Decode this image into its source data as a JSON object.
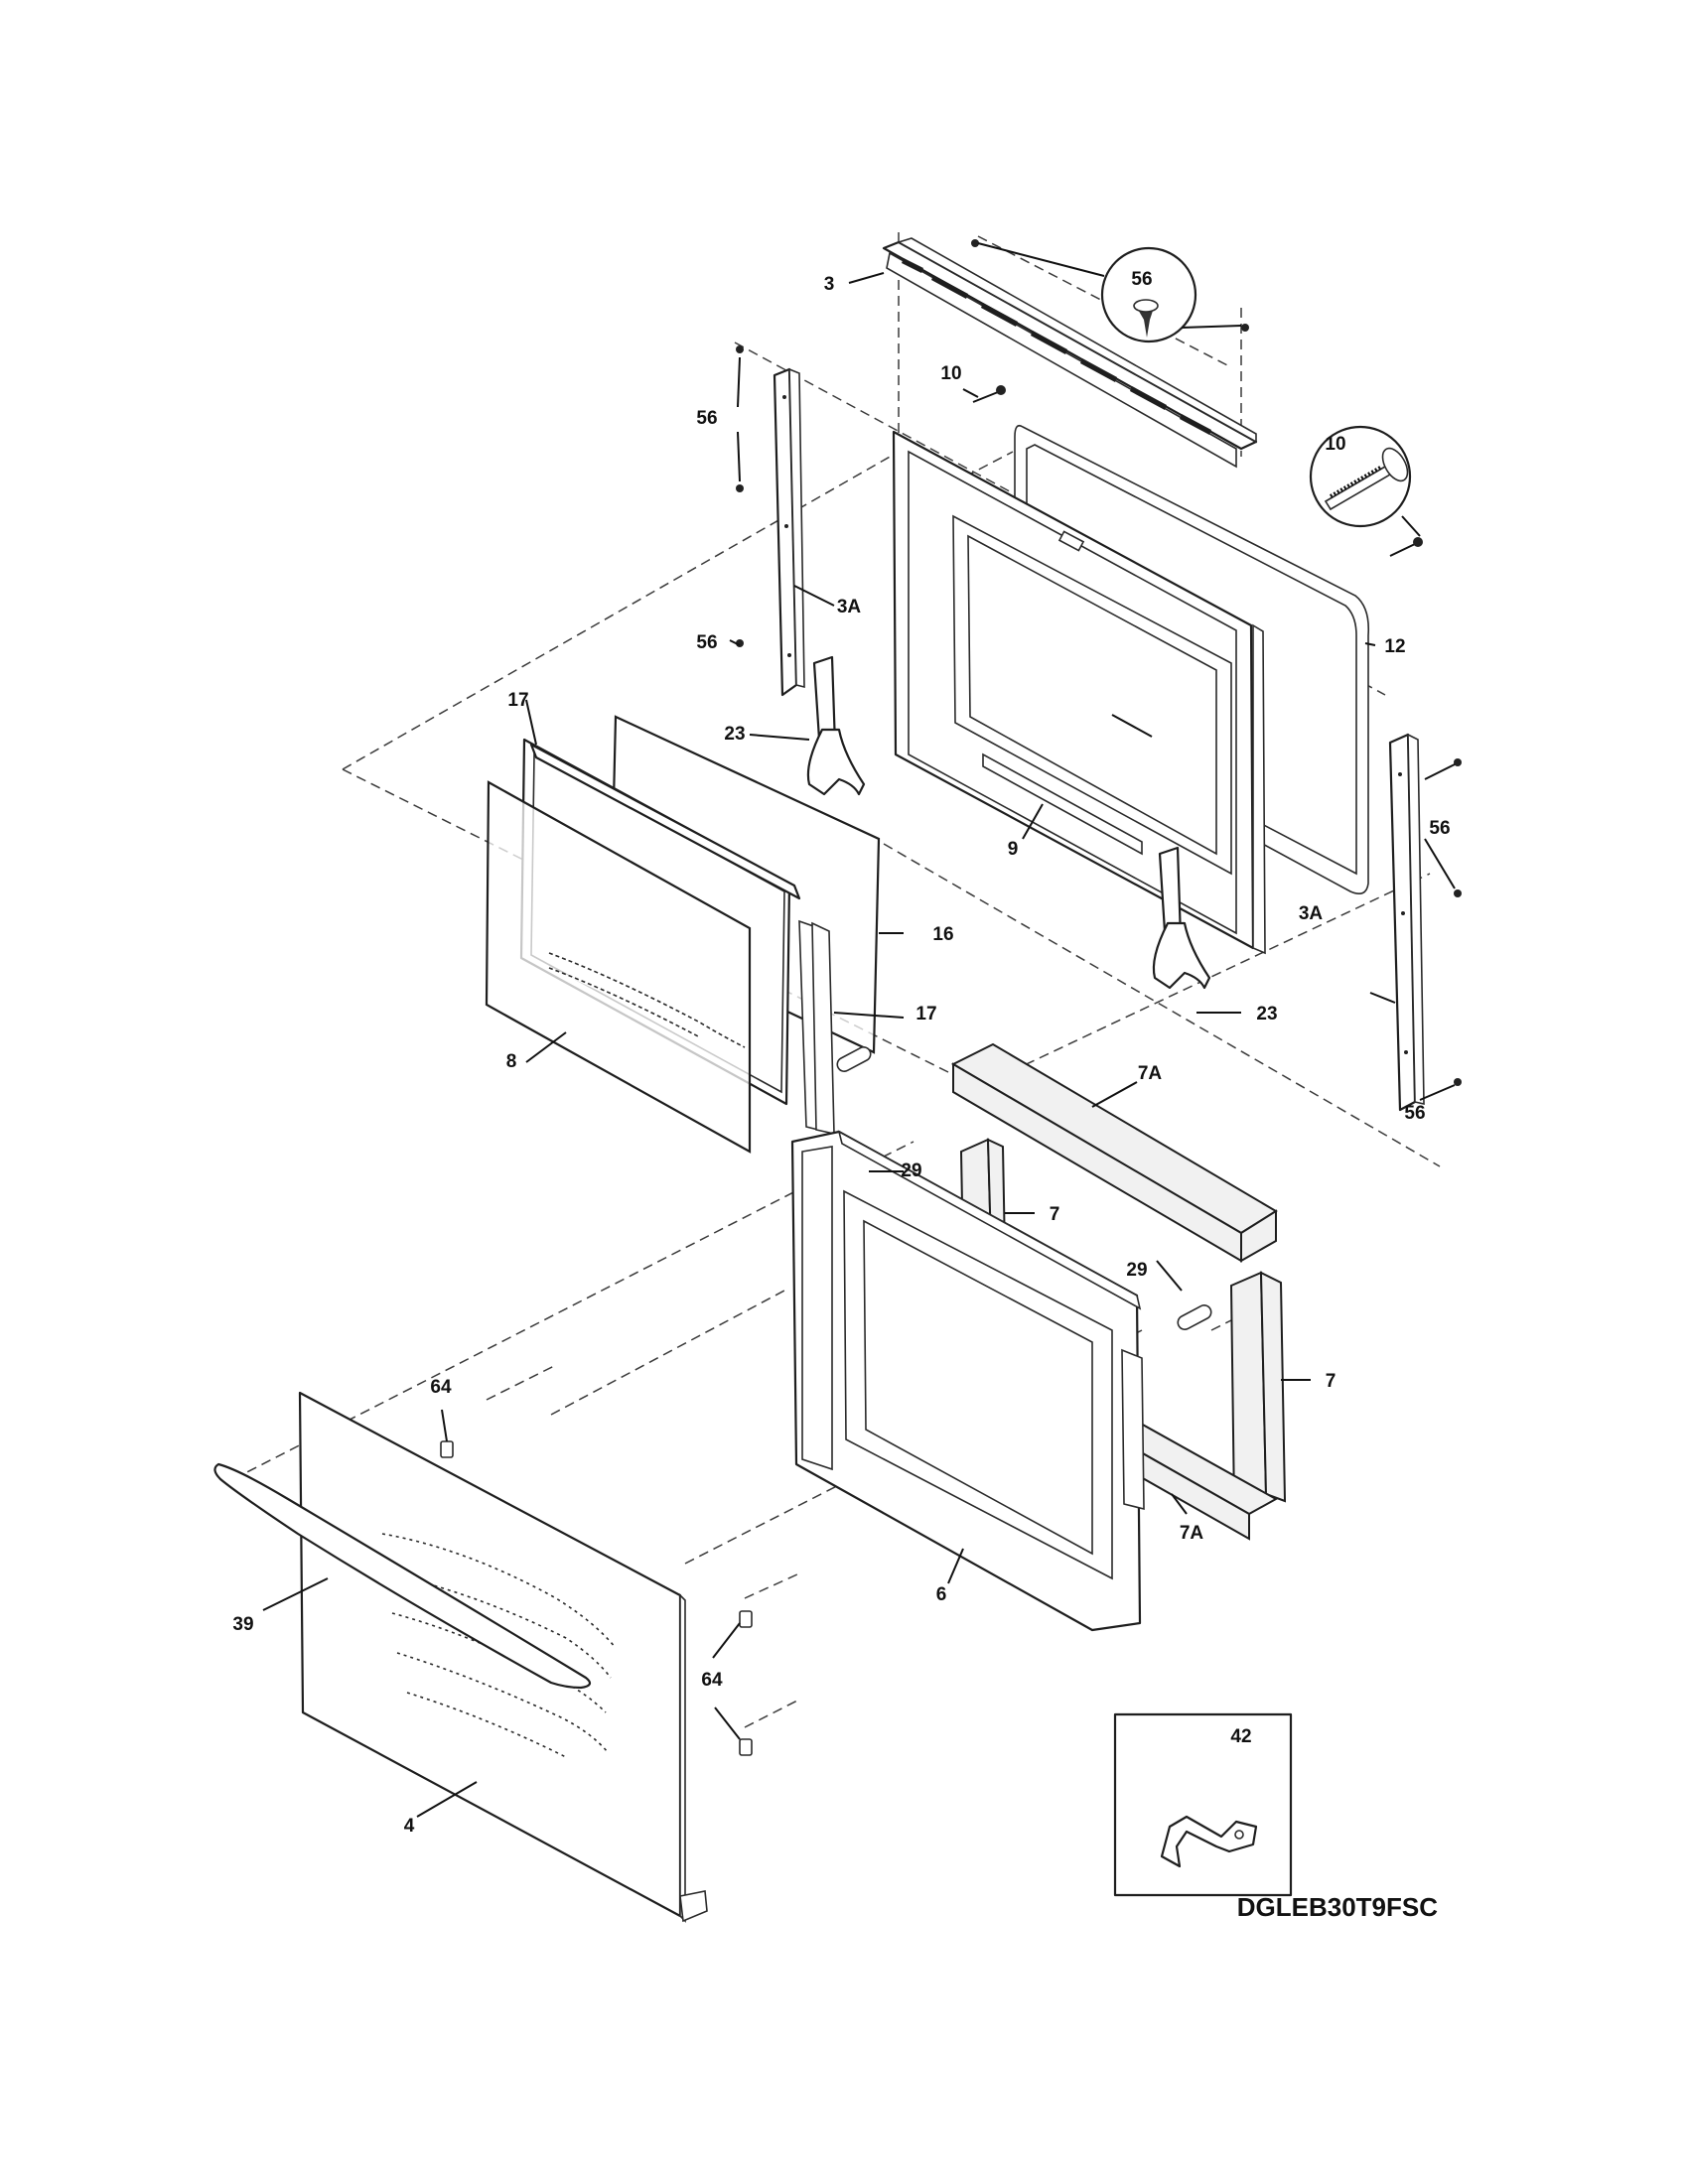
{
  "model_number": "DGLEB30T9FSC",
  "colors": {
    "line": "#1e1e1e",
    "background": "#ffffff"
  },
  "callouts": {
    "c3": "3",
    "c3a_left": "3A",
    "c3a_right": "3A",
    "c4": "4",
    "c6": "6",
    "c7_center": "7",
    "c7_right": "7",
    "c7a_top": "7A",
    "c7a_bottom": "7A",
    "c8": "8",
    "c9": "9",
    "c10_top": "10",
    "c10_inset": "10",
    "c12": "12",
    "c16": "16",
    "c17_top": "17",
    "c17_right": "17",
    "c23_left": "23",
    "c23_right": "23",
    "c29_left": "29",
    "c29_right": "29",
    "c39": "39",
    "c42": "42",
    "c56_inset": "56",
    "c56_left_upper": "56",
    "c56_left_lower": "56",
    "c56_right_upper": "56",
    "c56_right_lower": "56",
    "c64_top": "64",
    "c64_bottom": "64"
  }
}
